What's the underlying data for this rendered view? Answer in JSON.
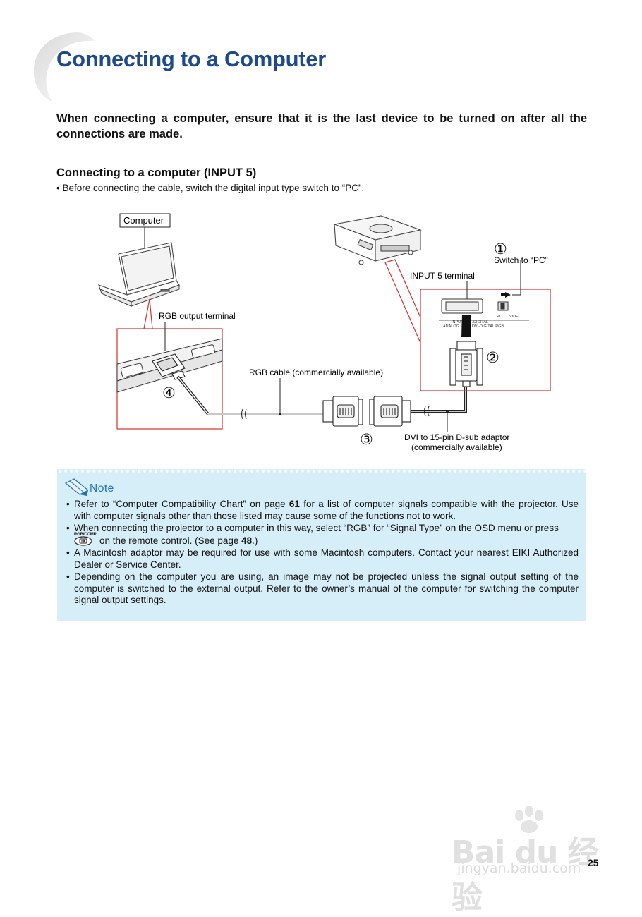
{
  "page": {
    "title": "Connecting to a Computer",
    "intro": "When connecting a computer, ensure that it is the last device to be turned on after all the connections are made.",
    "section_heading": "Connecting to a computer (INPUT 5)",
    "instruction": "• Before connecting the cable, switch the digital input type switch to “PC”.",
    "page_number": "25"
  },
  "diagram": {
    "computer_label": "Computer",
    "rgb_output_label": "RGB output terminal",
    "rgb_cable_label": "RGB cable (commercially available)",
    "input5_label": "INPUT 5 terminal",
    "step1_marker": "①",
    "step1_label": "Switch to “PC”",
    "step2_marker": "②",
    "step3_marker": "③",
    "step4_marker": "④",
    "adaptor_label_line1": "DVI to 15-pin D-sub adaptor",
    "adaptor_label_line2": "(commercially available)",
    "switch_pc": "PC",
    "switch_video": "VIDEO",
    "panel_text_line1": "INPUT 5 ⓓ /DIGITAL",
    "panel_text_line2": "ANALOG RGB / DVI-DIGITAL RGB",
    "accent_color": "#d9302c"
  },
  "note": {
    "label": "Note",
    "item1_a": "Refer to “Computer Compatibility Chart” on page ",
    "item1_page": "61",
    "item1_b": " for a list of computer signals compatible with the projector. Use with computer signals other than those listed may cause some of the functions not to work.",
    "item2_a": "When connecting the projector to a computer in this way, select “RGB” for “Signal Type” on the OSD menu or press",
    "item2_button_caption": "RGB/COMP.",
    "item2_b": "on the remote control. (See page ",
    "item2_page": "48",
    "item2_c": ".)",
    "item3": "A Macintosh adaptor may be required for use with some Macintosh computers. Contact your nearest EIKI Autho­rized Dealer or Service Center.",
    "item4": "Depending on the computer you are using, an image may not be projected unless the signal output setting of the computer is switched to the external output. Refer to the owner’s manual of the computer for switching the computer signal output settings."
  },
  "watermark": {
    "logo": "Bai du 经验",
    "url": "jingyan.baidu.com"
  }
}
